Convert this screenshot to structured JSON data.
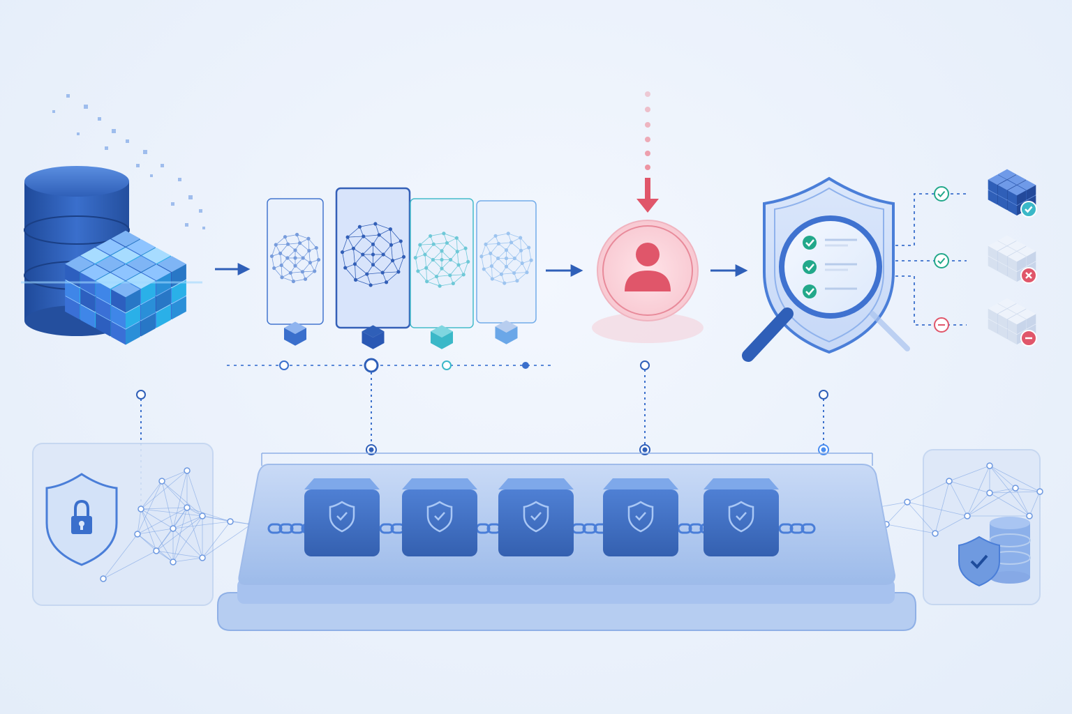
{
  "diagram": {
    "stages": [
      {
        "id": "data-source",
        "icon": "database-with-data-cubes-icon"
      },
      {
        "id": "model-versions",
        "icon": "neural-network-panels-icon"
      },
      {
        "id": "human-review",
        "icon": "user-icon"
      },
      {
        "id": "audit-verification",
        "icon": "shield-magnifier-checklist-icon"
      }
    ],
    "outcomes": [
      {
        "status": "approved",
        "icon": "check-icon"
      },
      {
        "status": "rejected",
        "icon": "x-icon"
      },
      {
        "status": "blocked",
        "icon": "minus-icon"
      }
    ],
    "ledger": {
      "block_count": 5,
      "block_icon": "shield-check-icon",
      "link_icon": "chain-link-icon"
    },
    "side_panels": [
      {
        "id": "security",
        "icon": "shield-lock-icon"
      },
      {
        "id": "secure-storage",
        "icon": "shield-check-database-icon"
      }
    ],
    "colors": {
      "primary": "#2f5fb8",
      "accent": "#4a8df0",
      "teal": "#3bb8c8",
      "alert": "#e0566a",
      "success": "#22a88a",
      "panel": "#b8cdf0"
    }
  }
}
